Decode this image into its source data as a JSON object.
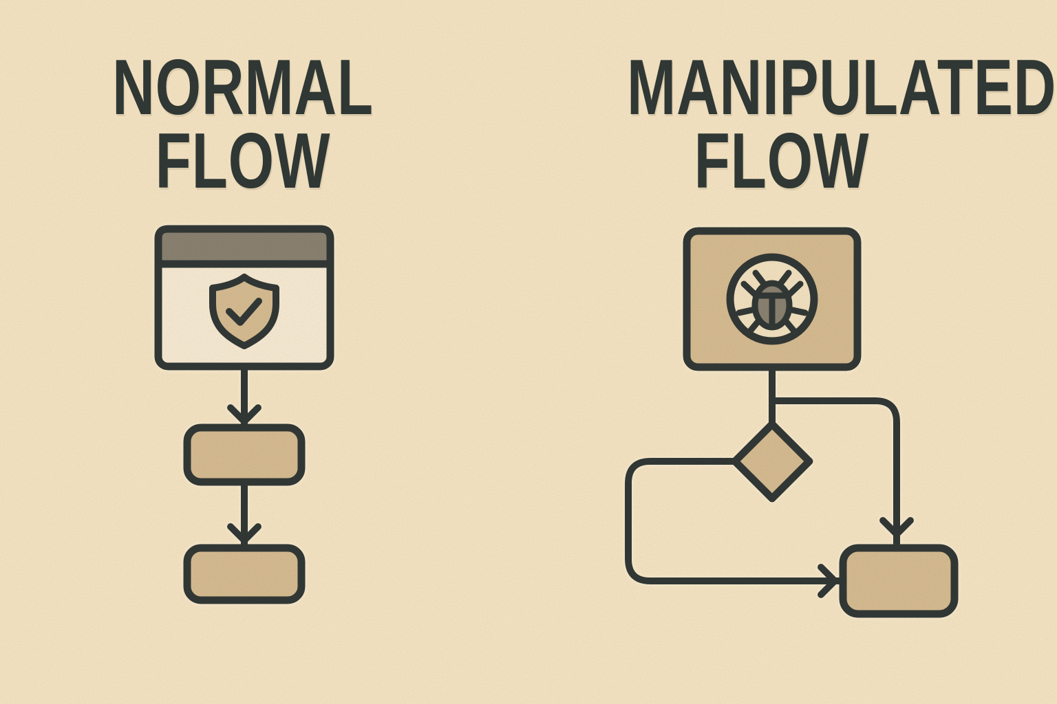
{
  "page": {
    "description": "Illustration comparing a normal program flow with a malware-manipulated flow"
  },
  "colors": {
    "bg": "#f7e6c4",
    "ink": "#313936",
    "tan": "#d8bd92",
    "olive": "#8b8271",
    "panel": "#f9ecd4",
    "circle_bg": "#f4e3c1"
  },
  "left_panel": {
    "title_line1": "NORMAL",
    "title_line2": "FLOW",
    "icons": [
      "browser-window-icon",
      "shield-check-icon",
      "arrow-down-icon",
      "process-node",
      "arrow-down-icon",
      "process-node"
    ]
  },
  "right_panel": {
    "title_line1": "MANIPULATED",
    "title_line2": "FLOW",
    "icons": [
      "malware-window-icon",
      "bug-icon",
      "branch-arrow",
      "decision-diamond",
      "loopback-arrow",
      "end-node"
    ]
  }
}
